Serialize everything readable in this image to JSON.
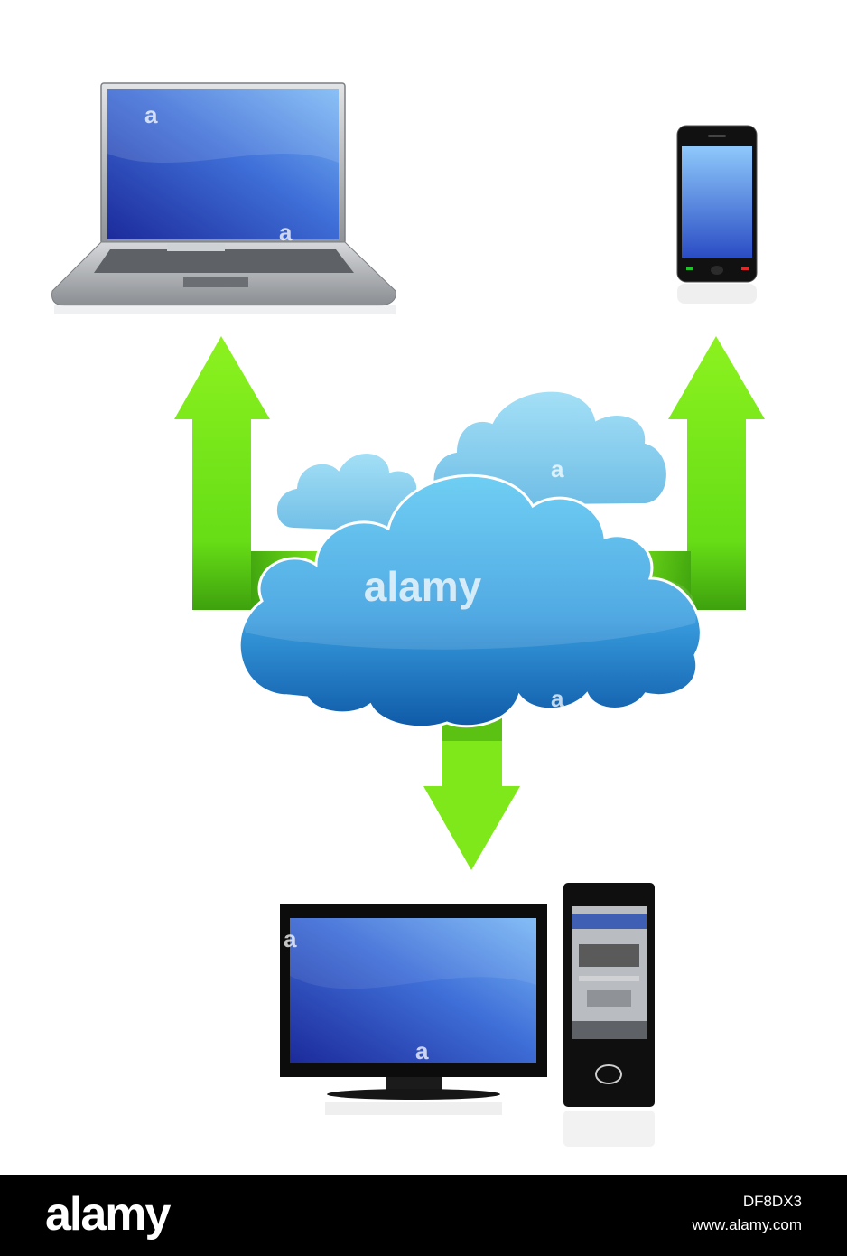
{
  "watermark": {
    "center_text": "alamy",
    "small_mark": "a"
  },
  "footer": {
    "logo": "alamy",
    "image_id": "DF8DX3",
    "site": "www.alamy.com"
  },
  "colors": {
    "arrow_green": "#7ee81a",
    "arrow_green_dark": "#3ea10e",
    "cloud_blue": "#2f8fd6",
    "cloud_light": "#9fdcf5",
    "screen_blue": "#3f6fd8",
    "device_black": "#111111",
    "laptop_silver": "#b9bcc0",
    "footer_bg": "#000000"
  },
  "icons": [
    "laptop-icon",
    "smartphone-icon",
    "cloud-icon",
    "monitor-icon",
    "pc-tower-icon",
    "arrow-up-icon",
    "arrow-down-icon"
  ]
}
